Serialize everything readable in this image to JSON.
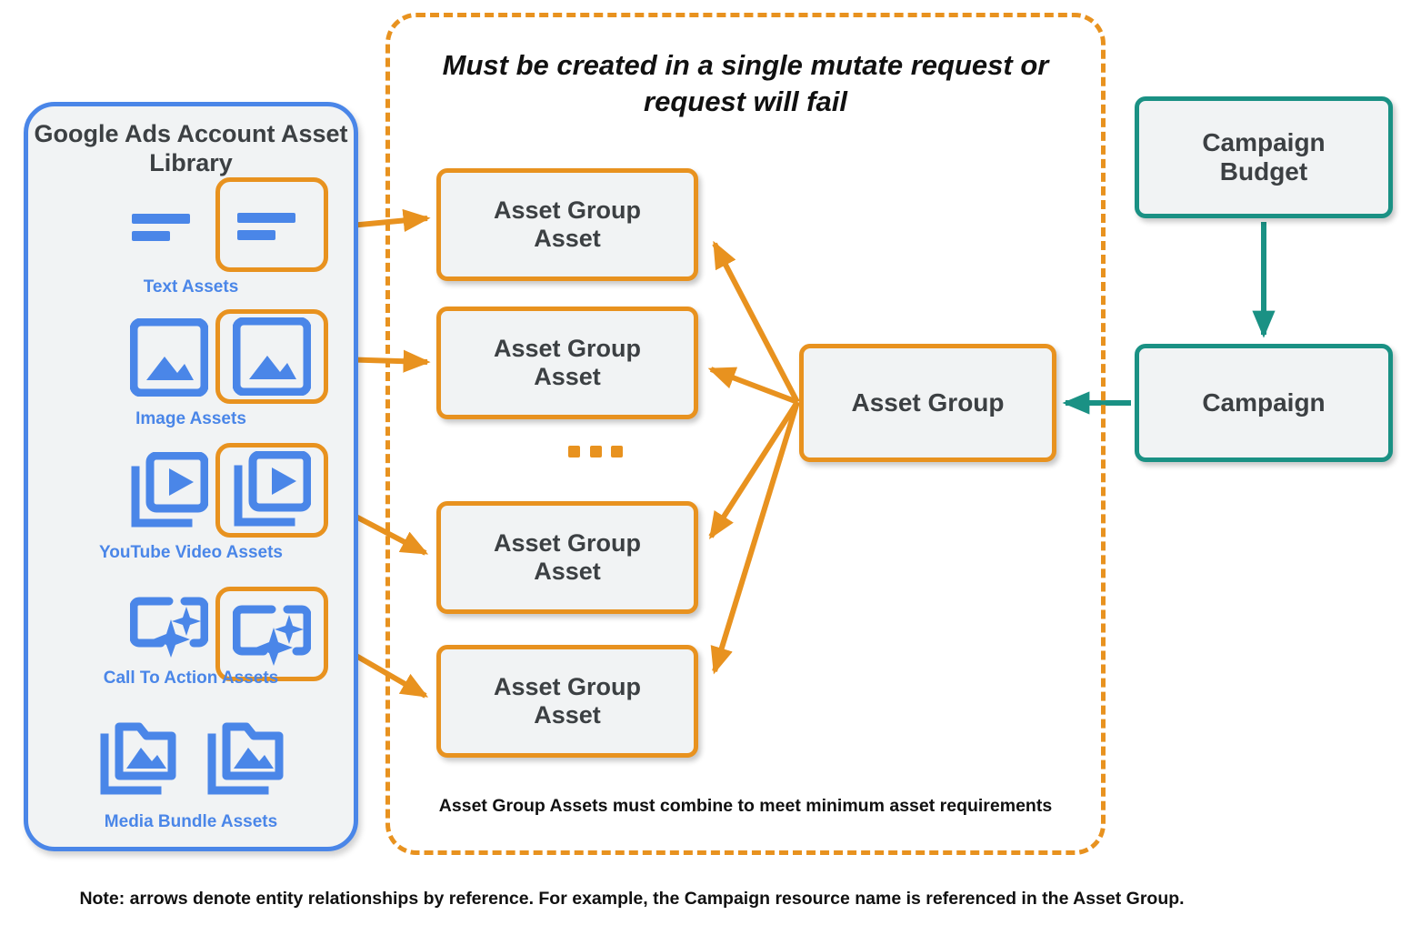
{
  "colors": {
    "orange": "#e8921f",
    "teal": "#1a9184",
    "blue": "#4a86e8",
    "node_fill": "#f1f3f4",
    "text_dark": "#3c4043"
  },
  "library": {
    "title_line1": "Google Ads Account",
    "title_line2": "Asset Library",
    "items": [
      {
        "label": "Text Assets",
        "icon": "text-asset-icon",
        "selected": true
      },
      {
        "label": "Image Assets",
        "icon": "image-asset-icon",
        "selected": true
      },
      {
        "label": "YouTube Video  Assets",
        "icon": "video-asset-icon",
        "selected": true
      },
      {
        "label": "Call To Action Assets",
        "icon": "call-to-action-asset-icon",
        "selected": true
      },
      {
        "label": "Media Bundle  Assets",
        "icon": "media-bundle-asset-icon",
        "selected": false
      }
    ]
  },
  "mutate_group": {
    "title_line1": "Must be created in a single mutate request",
    "title_line2": "or request will fail",
    "note": "Asset Group Assets must combine to meet minimum asset requirements",
    "ellipsis": "...",
    "asset_group_assets": [
      {
        "line1": "Asset Group",
        "line2": "Asset"
      },
      {
        "line1": "Asset Group",
        "line2": "Asset"
      },
      {
        "line1": "Asset Group",
        "line2": "Asset"
      },
      {
        "line1": "Asset Group",
        "line2": "Asset"
      }
    ]
  },
  "nodes": {
    "asset_group": "Asset Group",
    "campaign_budget_line1": "Campaign",
    "campaign_budget_line2": "Budget",
    "campaign": "Campaign"
  },
  "footnote": "Note: arrows denote entity relationships by reference. For example, the Campaign resource name is referenced in the Asset Group."
}
